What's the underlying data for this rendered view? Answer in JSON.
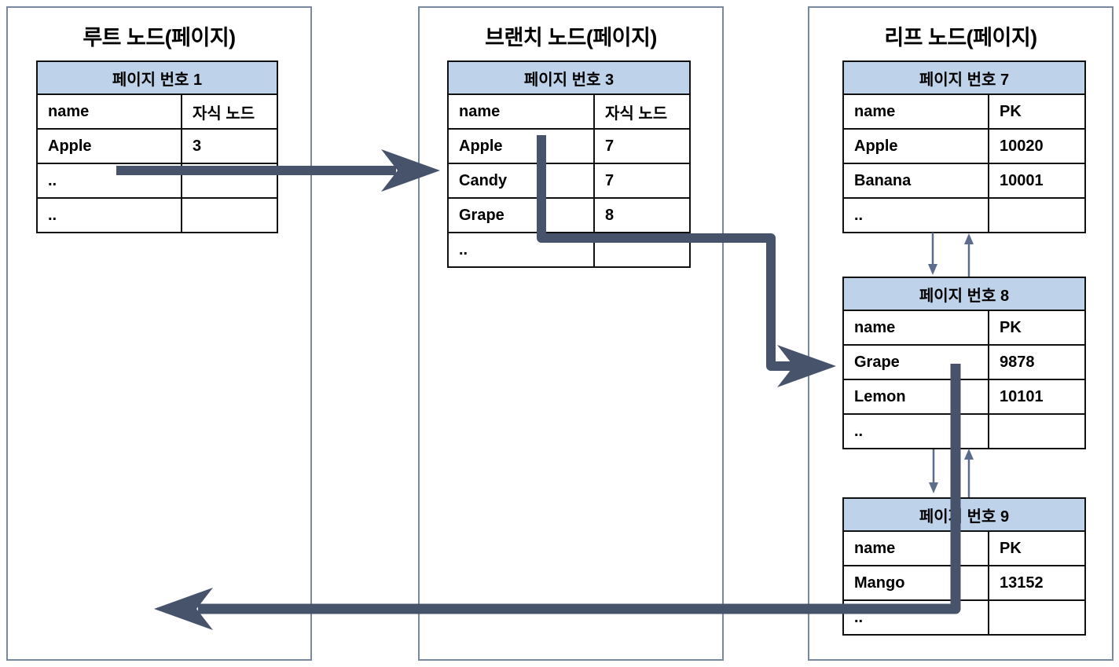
{
  "colors": {
    "arrow": "#46536b",
    "link": "#5b6c8d",
    "panel_border": "#78889f",
    "table_border": "#111111",
    "table_header_fill": "#bed3ea"
  },
  "panels": {
    "root": {
      "title": "루트 노드(페이지)"
    },
    "branch": {
      "title": "브랜치 노드(페이지)"
    },
    "leaf": {
      "title": "리프 노드(페이지)"
    }
  },
  "tables": {
    "page1": {
      "header": "페이지 번호 1",
      "columns": [
        "name",
        "자식 노드"
      ],
      "rows": [
        [
          "Apple",
          "3"
        ],
        [
          "..",
          ""
        ],
        [
          "..",
          ""
        ]
      ]
    },
    "page3": {
      "header": "페이지 번호 3",
      "columns": [
        "name",
        "자식 노드"
      ],
      "rows": [
        [
          "Apple",
          "7"
        ],
        [
          "Candy",
          "7"
        ],
        [
          "Grape",
          "8"
        ],
        [
          "..",
          ""
        ]
      ]
    },
    "page7": {
      "header": "페이지 번호 7",
      "columns": [
        "name",
        "PK"
      ],
      "rows": [
        [
          "Apple",
          "10020"
        ],
        [
          "Banana",
          "10001"
        ],
        [
          "..",
          ""
        ]
      ]
    },
    "page8": {
      "header": "페이지 번호 8",
      "columns": [
        "name",
        "PK"
      ],
      "rows": [
        [
          "Grape",
          "9878"
        ],
        [
          "Lemon",
          "10101"
        ],
        [
          "..",
          ""
        ]
      ]
    },
    "page9": {
      "header": "페이지 번호 9",
      "columns": [
        "name",
        "PK"
      ],
      "rows": [
        [
          "Mango",
          "13152"
        ],
        [
          "..",
          ""
        ]
      ]
    }
  }
}
